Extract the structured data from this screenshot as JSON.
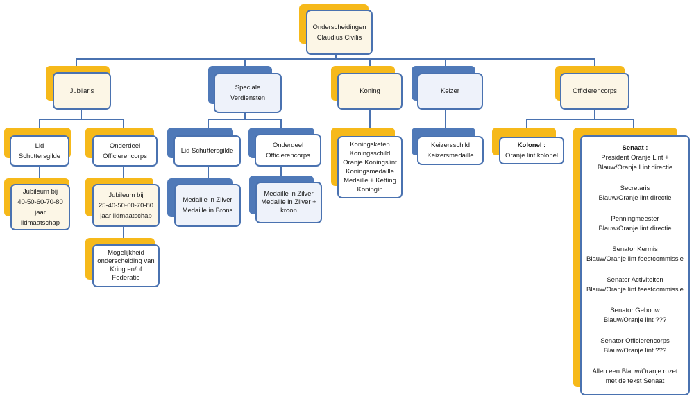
{
  "colors": {
    "gold": "#f6b91a",
    "blue": "#4f79b8",
    "border": "#4a72b0"
  },
  "root": {
    "line1": "Onderscheidingen",
    "line2": "Claudius Civilis"
  },
  "jubilaris": {
    "title": "Jubilaris",
    "lid": "Lid Schuttersgilde",
    "lid_jubileum": [
      "Jubileum bij",
      "40-50-60-70-80",
      "jaar lidmaatschap"
    ],
    "onderdeel": [
      "Onderdeel",
      "Officierencorps"
    ],
    "onderdeel_jubileum": [
      "Jubileum bij",
      "25-40-50-60-70-80",
      "jaar lidmaatschap"
    ],
    "mogelijkheid": [
      "Mogelijkheid",
      "onderscheiding van",
      "Kring en/of Federatie"
    ]
  },
  "speciale": {
    "title": [
      "Speciale",
      "Verdiensten"
    ],
    "lid": "Lid Schuttersgilde",
    "lid_medailles": [
      "Medaille in Zilver",
      "Medaille in Brons"
    ],
    "onderdeel": [
      "Onderdeel",
      "Officierencorps"
    ],
    "onderdeel_medailles": [
      "Medaille in Zilver",
      "Medaille in Zilver +",
      "kroon"
    ]
  },
  "koning": {
    "title": "Koning",
    "items": [
      "Koningsketen",
      "Koningsschild",
      "Oranje Koningslint",
      "Koningsmedaille",
      "Medaille + Ketting",
      "Koningin"
    ]
  },
  "keizer": {
    "title": "Keizer",
    "items": [
      "Keizersschild",
      "Keizersmedaille"
    ]
  },
  "officierencorps": {
    "title": "Officierencorps",
    "kolonel_title": "Kolonel :",
    "kolonel_text": "Oranje lint kolonel",
    "senaat_title": "Senaat :",
    "senaat": [
      [
        "President  Oranje Lint +",
        "Blauw/Oranje Lint directie"
      ],
      [
        "Secretaris",
        "Blauw/Oranje lint directie"
      ],
      [
        "Penningmeester",
        "Blauw/Oranje lint directie"
      ],
      [
        "Senator Kermis",
        "Blauw/Oranje lint feestcommissie"
      ],
      [
        "Senator Activiteiten",
        "Blauw/Oranje lint feestcommissie"
      ],
      [
        "Senator Gebouw",
        "Blauw/Oranje lint ???"
      ],
      [
        "Senator Officierencorps",
        "Blauw/Oranje lint ???"
      ],
      [
        "Allen een Blauw/Oranje rozet",
        "met de tekst Senaat"
      ]
    ]
  }
}
